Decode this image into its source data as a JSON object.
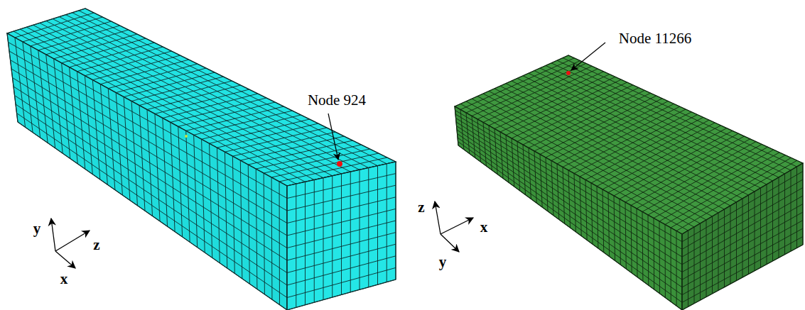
{
  "diagram": {
    "labels": [
      "Node 924",
      "y",
      "z",
      "x",
      "Node 11266",
      "z",
      "x",
      "y"
    ]
  }
}
